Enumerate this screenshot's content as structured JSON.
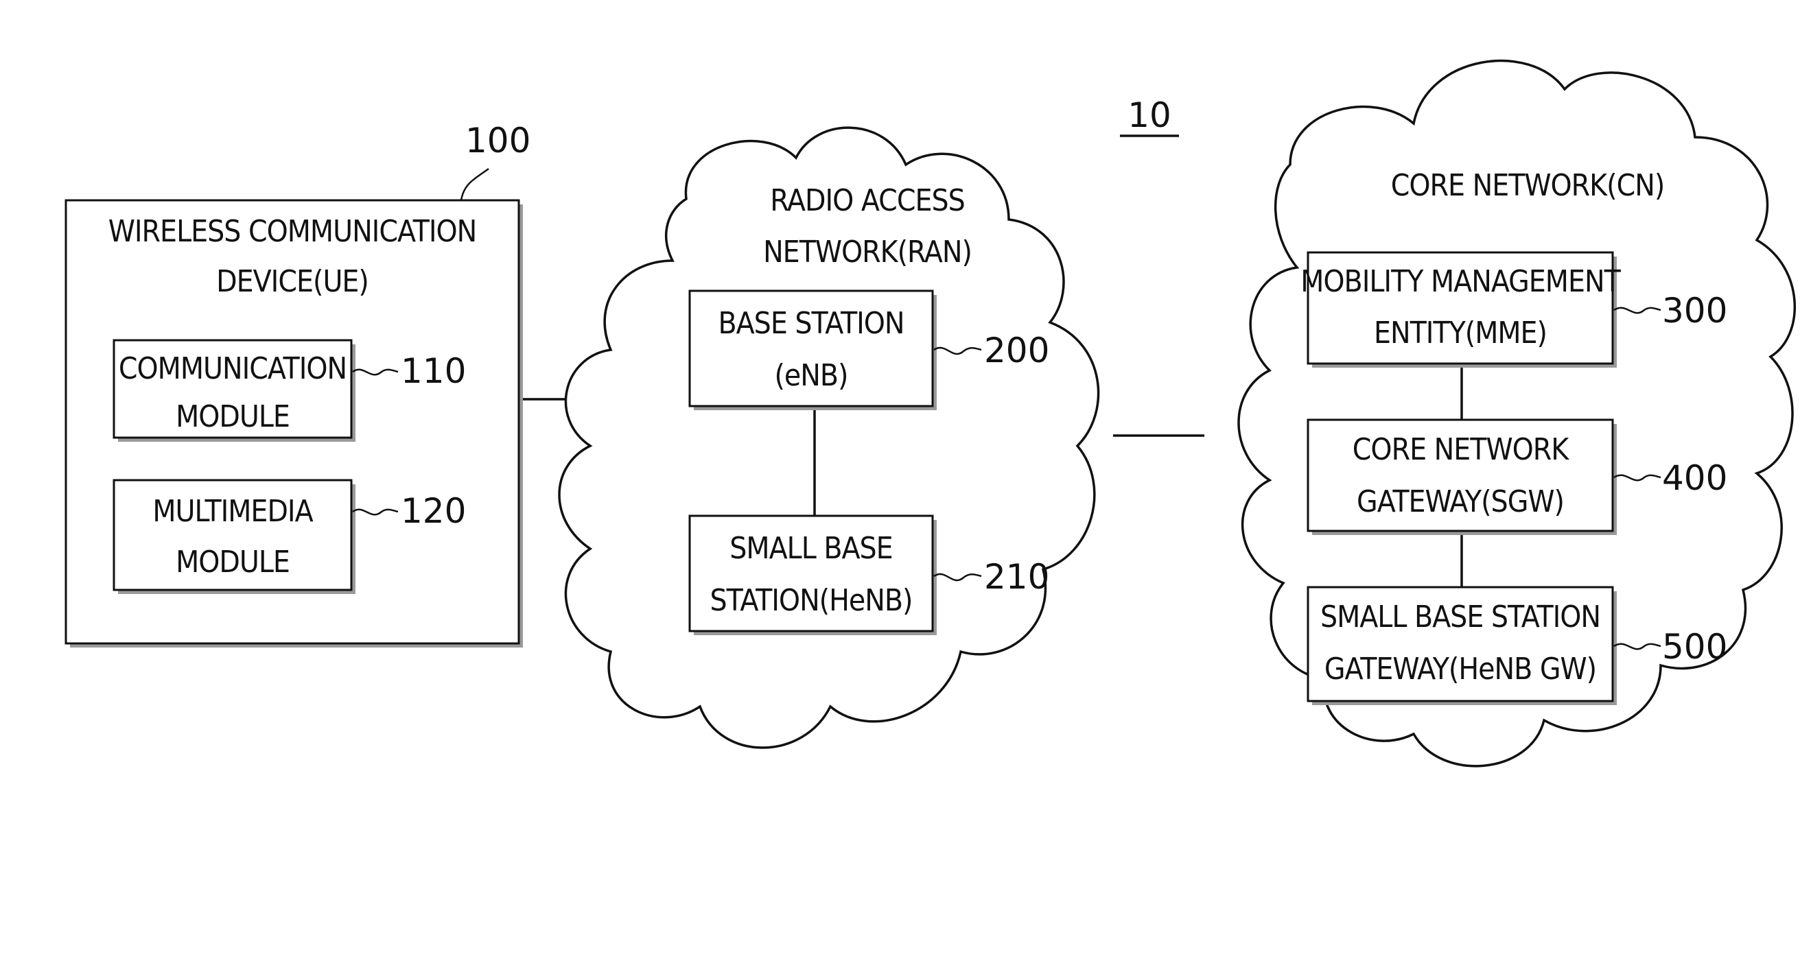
{
  "figure": {
    "system_ref": "10",
    "ue": {
      "ref": "100",
      "title_line1": "WIRELESS COMMUNICATION",
      "title_line2": "DEVICE(UE)",
      "comm_module": {
        "ref": "110",
        "line1": "COMMUNICATION",
        "line2": "MODULE"
      },
      "mm_module": {
        "ref": "120",
        "line1": "MULTIMEDIA",
        "line2": "MODULE"
      }
    },
    "ran": {
      "title_line1": "RADIO ACCESS",
      "title_line2": "NETWORK(RAN)",
      "base_station": {
        "ref": "200",
        "line1": "BASE STATION",
        "line2": "(eNB)"
      },
      "small_base_station": {
        "ref": "210",
        "line1": "SMALL BASE",
        "line2": "STATION(HeNB)"
      }
    },
    "cn": {
      "title": "CORE NETWORK(CN)",
      "mme": {
        "ref": "300",
        "line1": "MOBILITY MANAGEMENT",
        "line2": "ENTITY(MME)"
      },
      "sgw": {
        "ref": "400",
        "line1": "CORE NETWORK",
        "line2": "GATEWAY(SGW)"
      },
      "henb_gw": {
        "ref": "500",
        "line1": "SMALL BASE STATION",
        "line2": "GATEWAY(HeNB GW)"
      }
    }
  }
}
